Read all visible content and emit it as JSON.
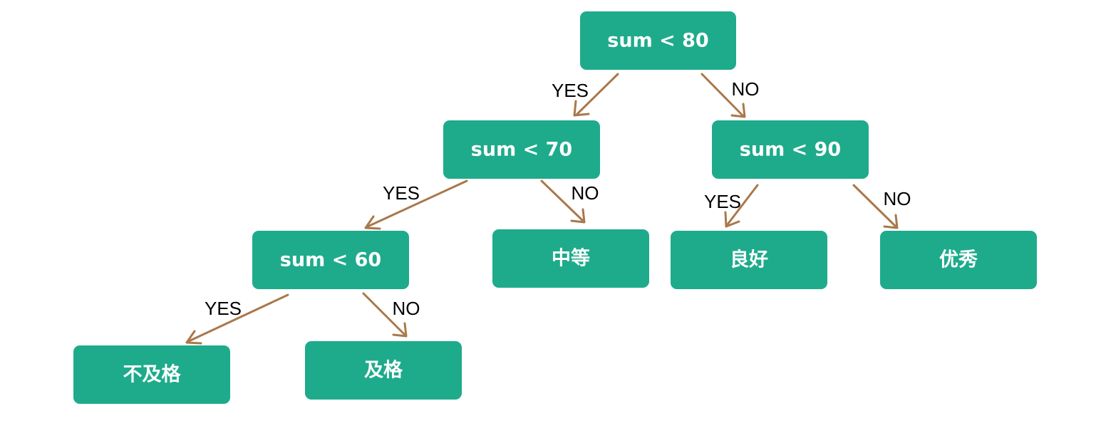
{
  "diagram": {
    "nodes": {
      "root": {
        "label": "sum < 80"
      },
      "n70": {
        "label": "sum < 70"
      },
      "n90": {
        "label": "sum < 90"
      },
      "n60": {
        "label": "sum < 60"
      },
      "medium": {
        "label": "中等"
      },
      "good": {
        "label": "良好"
      },
      "excellent": {
        "label": "优秀"
      },
      "fail": {
        "label": "不及格"
      },
      "pass": {
        "label": "及格"
      }
    },
    "edges": {
      "root_n70": {
        "label": "YES"
      },
      "root_n90": {
        "label": "NO"
      },
      "n70_n60": {
        "label": "YES"
      },
      "n70_medium": {
        "label": "NO"
      },
      "n90_good": {
        "label": "YES"
      },
      "n90_excellent": {
        "label": "NO"
      },
      "n60_fail": {
        "label": "YES"
      },
      "n60_pass": {
        "label": "NO"
      }
    },
    "colors": {
      "node_fill": "#1eab8c",
      "node_text": "#ffffff",
      "arrow": "#a9784b",
      "edge_label": "#000000"
    }
  }
}
